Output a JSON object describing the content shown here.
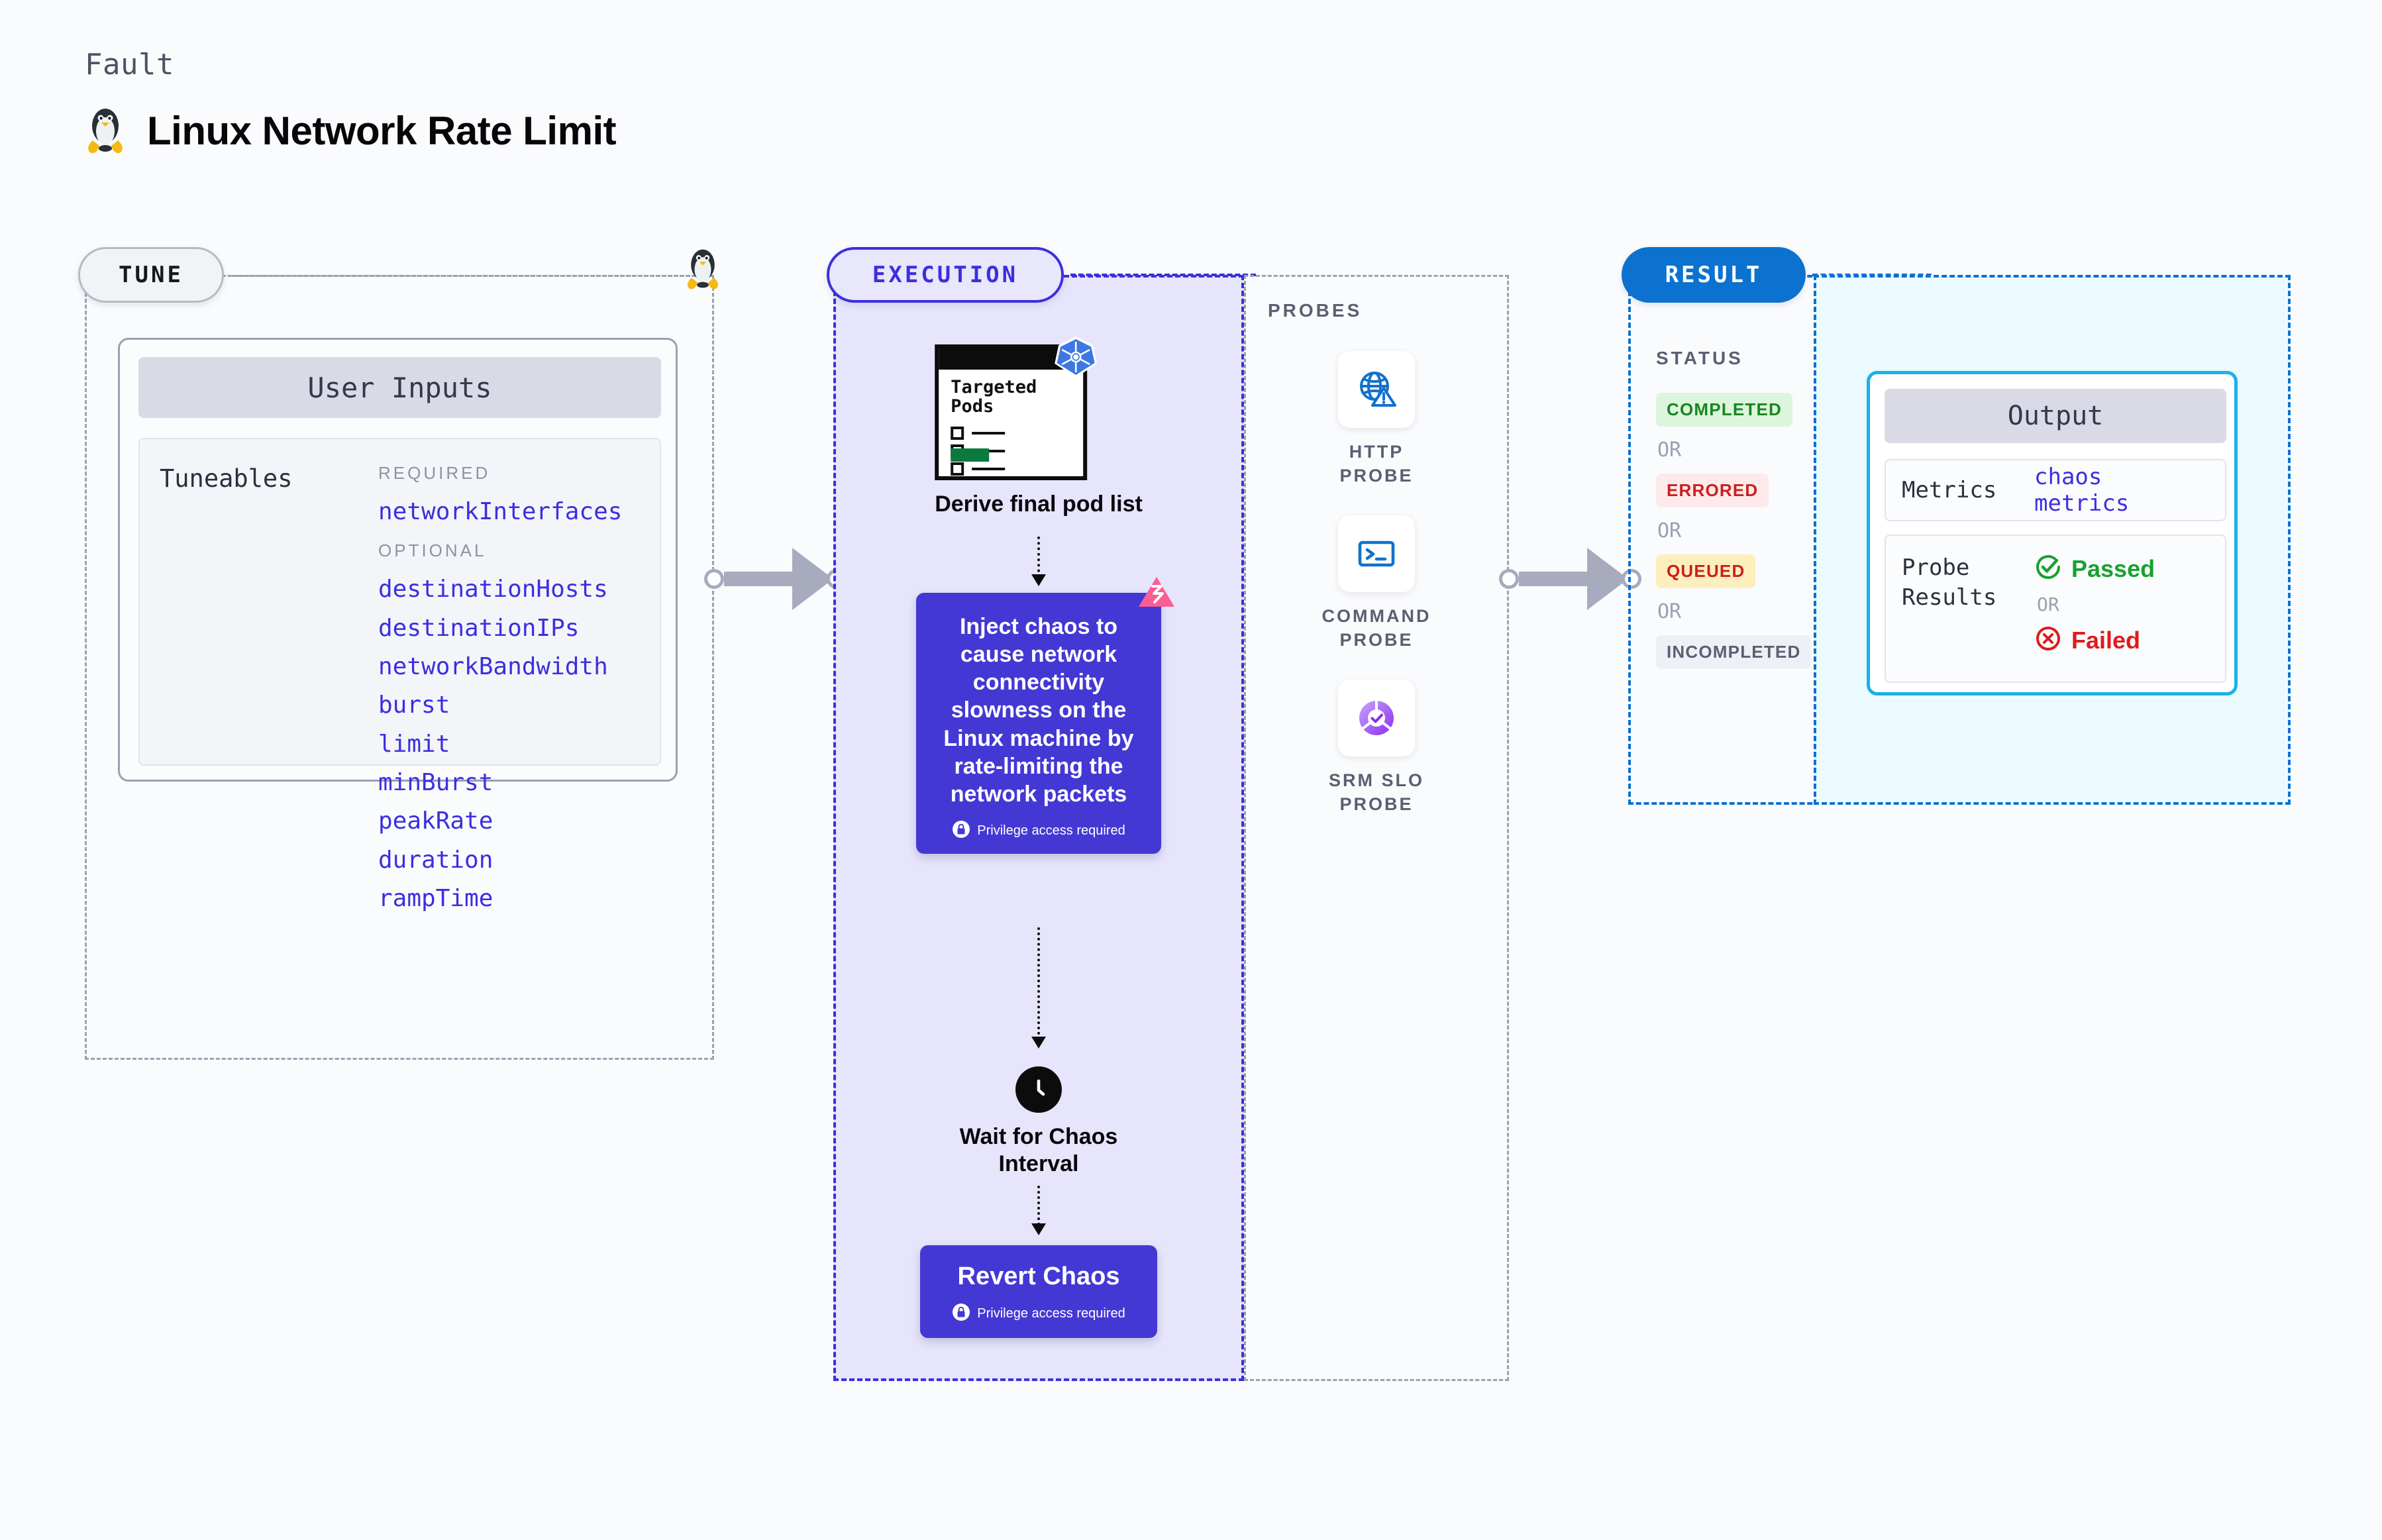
{
  "header": {
    "kicker": "Fault",
    "title": "Linux Network Rate Limit",
    "icon": "linux-tux-icon"
  },
  "tune": {
    "pill_label": "TUNE",
    "linked_icon": "linux-tux-icon",
    "card": {
      "title": "User Inputs",
      "section_label": "Tuneables",
      "groups": [
        {
          "label": "REQUIRED",
          "items": [
            "networkInterfaces"
          ]
        },
        {
          "label": "OPTIONAL",
          "items": [
            "destinationHosts",
            "destinationIPs",
            "networkBandwidth",
            "burst",
            "limit",
            "minBurst",
            "peakRate",
            "duration",
            "rampTime"
          ]
        }
      ]
    }
  },
  "execution": {
    "pill_label": "EXECUTION",
    "steps": {
      "pods": {
        "card_title": "Targeted Pods",
        "caption": "Derive final pod list",
        "badge_icon": "kubernetes-icon"
      },
      "inject": {
        "text": "Inject chaos to cause network connectivity slowness on the Linux machine by rate-limiting the network packets",
        "privilege_note": "Privilege access required",
        "privilege_icon": "lock-icon",
        "badge_icon": "litmus-icon"
      },
      "wait": {
        "caption": "Wait for Chaos Interval",
        "icon": "clock-icon"
      },
      "revert": {
        "title": "Revert Chaos",
        "privilege_note": "Privilege access required",
        "privilege_icon": "lock-icon"
      }
    }
  },
  "probes": {
    "title": "PROBES",
    "items": [
      {
        "label": "HTTP PROBE",
        "icon": "globe-warning-icon"
      },
      {
        "label": "COMMAND PROBE",
        "icon": "terminal-icon"
      },
      {
        "label": "SRM SLO PROBE",
        "icon": "slo-donut-check-icon"
      }
    ]
  },
  "result": {
    "pill_label": "RESULT",
    "status_title": "STATUS",
    "or_label": "OR",
    "statuses": [
      {
        "label": "COMPLETED",
        "bg": "#dcf5dd",
        "fg": "#18861f"
      },
      {
        "label": "ERRORED",
        "bg": "#fdeaea",
        "fg": "#cc1f1f"
      },
      {
        "label": "QUEUED",
        "bg": "#fdeebe",
        "fg": "#cc1f1f"
      },
      {
        "label": "INCOMPLETED",
        "bg": "#eef0f5",
        "fg": "#5a6072"
      }
    ]
  },
  "output": {
    "card_title": "Output",
    "metrics_key": "Metrics",
    "metrics_value": "chaos metrics",
    "probe_results_key": "Probe Results",
    "or_label": "OR",
    "passed_label": "Passed",
    "failed_label": "Failed",
    "passed_icon": "check-circle-icon",
    "failed_icon": "x-circle-icon"
  },
  "colors": {
    "accent_purple": "#3b2fe0",
    "accent_blue": "#0b72cf",
    "accent_cyan": "#19b2e6",
    "chaos_box": "#4438d4",
    "exec_panel_bg": "#e6e5fb",
    "output_panel_bg": "#eafaff",
    "muted": "#9aa1b1",
    "pass_green": "#18a130",
    "fail_red": "#e01b1b"
  }
}
